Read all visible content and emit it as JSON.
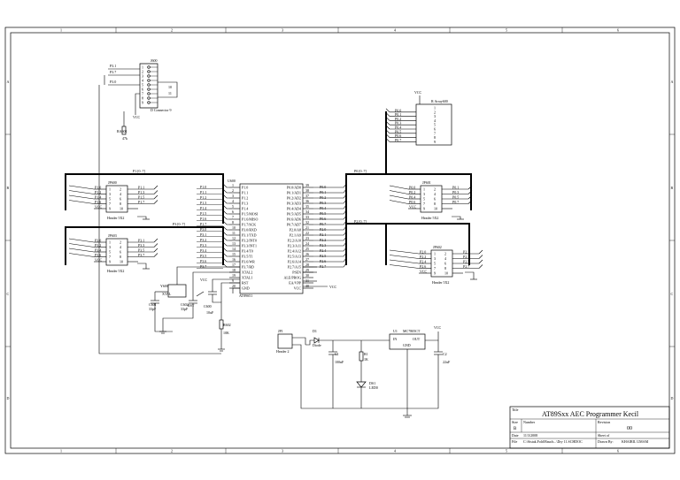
{
  "title_block": {
    "title_label": "Title",
    "title": "AT89Sxx AEC Programmer Kecil",
    "size_label": "Size",
    "size": "B",
    "number_label": "Number",
    "revision_label": "Revision",
    "revision": "00",
    "date_label": "Date",
    "date": "11/3/2008",
    "file_label": "File",
    "file": "C:\\Sistak.Fold\\Bauch...\\Dry 11.SCHDOC",
    "sheet_label": "Sheet   of",
    "drawn_label": "Drawn By:",
    "drawn_by": "KHAIRIL UMAM"
  },
  "border": {
    "columns": [
      "1",
      "2",
      "3",
      "4",
      "5",
      "6"
    ],
    "rows": [
      "A",
      "B",
      "C",
      "D"
    ]
  },
  "mcu": {
    "ref": "U600",
    "part": "AT89S51",
    "left_pins": [
      {
        "num": "1",
        "name": "P1.0"
      },
      {
        "num": "2",
        "name": "P1.1"
      },
      {
        "num": "3",
        "name": "P1.2"
      },
      {
        "num": "4",
        "name": "P1.3"
      },
      {
        "num": "5",
        "name": "P1.4"
      },
      {
        "num": "6",
        "name": "P1.5/MOSI"
      },
      {
        "num": "7",
        "name": "P1.6/MISO"
      },
      {
        "num": "8",
        "name": "P1.7/SCK"
      },
      {
        "num": "10",
        "name": "P3.0/RXD"
      },
      {
        "num": "11",
        "name": "P3.1/TXD"
      },
      {
        "num": "12",
        "name": "P3.2/INT0"
      },
      {
        "num": "13",
        "name": "P3.3/INT1"
      },
      {
        "num": "14",
        "name": "P3.4/T0"
      },
      {
        "num": "15",
        "name": "P3.5/T1"
      },
      {
        "num": "16",
        "name": "P3.6/WR"
      },
      {
        "num": "17",
        "name": "P3.7/RD"
      },
      {
        "num": "18",
        "name": "XTAL2"
      },
      {
        "num": "19",
        "name": "XTAL1"
      },
      {
        "num": "9",
        "name": "RST"
      },
      {
        "num": "20",
        "name": "GND"
      }
    ],
    "right_pins": [
      {
        "num": "39",
        "name": "P0.0/AD0"
      },
      {
        "num": "38",
        "name": "P0.1/AD1"
      },
      {
        "num": "37",
        "name": "P0.2/AD2"
      },
      {
        "num": "36",
        "name": "P0.3/AD3"
      },
      {
        "num": "35",
        "name": "P0.4/AD4"
      },
      {
        "num": "34",
        "name": "P0.5/AD5"
      },
      {
        "num": "33",
        "name": "P0.6/AD6"
      },
      {
        "num": "32",
        "name": "P0.7/AD7"
      },
      {
        "num": "21",
        "name": "P2.0/A8"
      },
      {
        "num": "22",
        "name": "P2.1/A9"
      },
      {
        "num": "23",
        "name": "P2.2/A10"
      },
      {
        "num": "24",
        "name": "P2.3/A11"
      },
      {
        "num": "25",
        "name": "P2.4/A12"
      },
      {
        "num": "26",
        "name": "P2.5/A13"
      },
      {
        "num": "27",
        "name": "P2.6/A14"
      },
      {
        "num": "28",
        "name": "P2.7/A15"
      },
      {
        "num": "29",
        "name": "PSEN"
      },
      {
        "num": "30",
        "name": "ALE/PROG"
      },
      {
        "num": "31",
        "name": "EA/VPP"
      },
      {
        "num": "40",
        "name": "VCC"
      }
    ]
  },
  "labels": {
    "left_p1": [
      "P1.0",
      "P1.1",
      "P1.2",
      "P1.3",
      "P1.4",
      "P1.5",
      "P1.6",
      "P1.7"
    ],
    "left_p3": [
      "P3.0",
      "P3.1",
      "P3.2",
      "P3.3",
      "P3.4",
      "P3.5",
      "P3.6",
      "P3.7"
    ],
    "right_p0": [
      "P0.0",
      "P0.1",
      "P0.2",
      "P0.3",
      "P0.4",
      "P0.5",
      "P0.6",
      "P0.7"
    ],
    "right_p2": [
      "P2.0",
      "P2.1",
      "P2.2",
      "P2.3",
      "P2.4",
      "P2.5",
      "P2.6",
      "P2.7"
    ],
    "bus_p1": "P1.[0..7]",
    "bus_p3": "P3.[0..7]",
    "bus_p0": "P0.[0..7]",
    "bus_p2": "P2.[0..7]"
  },
  "headers": {
    "jp_p1": {
      "ref": "JP600",
      "foot": "Header 5X2",
      "left": [
        "P1.0",
        "P1.2",
        "P1.4",
        "P1.6",
        "VCC"
      ],
      "right": [
        "P1.1",
        "P1.3",
        "P1.5",
        "P1.7"
      ]
    },
    "jp_p3": {
      "ref": "JP603",
      "foot": "Header 5X2",
      "left": [
        "P3.0",
        "P3.2",
        "P3.4",
        "P3.6",
        "VCC"
      ],
      "right": [
        "P3.1",
        "P3.3",
        "P3.5",
        "P3.7"
      ]
    },
    "jp_p0": {
      "ref": "JP601",
      "foot": "Header 5X2",
      "left": [
        "P0.0",
        "P0.2",
        "P0.4",
        "P0.6",
        "VCC"
      ],
      "right": [
        "P0.1",
        "P0.3",
        "P0.5",
        "P0.7"
      ]
    },
    "jp_p2": {
      "ref": "JP602",
      "foot": "Header 5X2",
      "left": [
        "P2.0",
        "P2.2",
        "P2.4",
        "P2.6",
        "VCC"
      ],
      "right": [
        "P2.1",
        "P2.3",
        "P2.5",
        "P2.7"
      ]
    },
    "pin_nums_l": [
      "1",
      "3",
      "5",
      "7",
      "9"
    ],
    "pin_nums_r": [
      "2",
      "4",
      "6",
      "8",
      "10"
    ]
  },
  "db9": {
    "ref": "J600",
    "name": "D Connector 9",
    "nets": [
      "P3.1",
      "P3.7",
      "P3.0"
    ],
    "pins": [
      "1",
      "2",
      "3",
      "4",
      "5",
      "6",
      "7",
      "8",
      "9"
    ],
    "extra": [
      "10",
      "11"
    ],
    "vcc": "VCC"
  },
  "rpack": {
    "ref": "RP600",
    "vcc": "VCC",
    "pins": [
      "1",
      "2",
      "3",
      "4",
      "5",
      "6",
      "7",
      "8",
      "9"
    ],
    "name": "R Array600"
  },
  "misc": {
    "r_pull": {
      "ref": "RA601",
      "val": "47k"
    },
    "xtal": {
      "ref": "Y600",
      "val": "XTAL"
    },
    "c601": {
      "ref": "C601",
      "val": "33pF"
    },
    "c602": {
      "ref": "C602",
      "val": "33pF"
    },
    "c600": {
      "ref": "C600",
      "val": "10uF"
    },
    "sw": {
      "ref": "RST"
    },
    "r_rst": {
      "ref": "R602",
      "val": "10K"
    },
    "vcc": "VCC",
    "jp1": {
      "ref": "JP1",
      "foot": "Header 2"
    },
    "d1": {
      "ref": "D1",
      "val": "Diode"
    },
    "c1": {
      "ref": "C1",
      "val": "100nF"
    },
    "r1": {
      "ref": "R1",
      "val": "1K"
    },
    "led": {
      "ref": "DS1",
      "val": "LED0"
    },
    "reg": {
      "ref": "U1",
      "part": "MC7805CT",
      "in": "IN",
      "out": "OUT",
      "gnd": "GND"
    },
    "c2": {
      "ref": "C2",
      "val": "22uF"
    }
  }
}
